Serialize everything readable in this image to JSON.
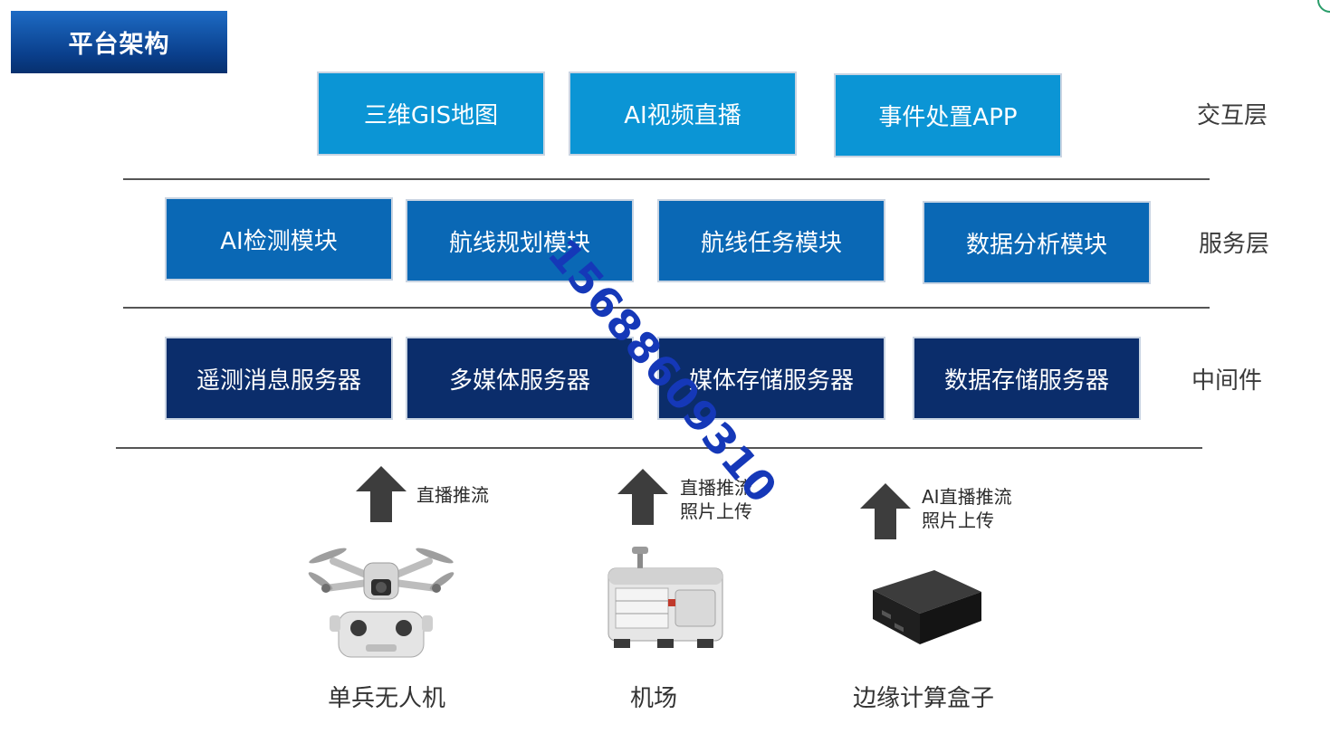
{
  "title": "平台架构",
  "layers": [
    {
      "label": "交互层",
      "modules": [
        "三维GIS地图",
        "AI视频直播",
        "事件处置APP"
      ]
    },
    {
      "label": "服务层",
      "modules": [
        "AI检测模块",
        "航线规划模块",
        "航线任务模块",
        "数据分析模块"
      ]
    },
    {
      "label": "中间件",
      "modules": [
        "遥测消息服务器",
        "多媒体服务器",
        "媒体存储服务器",
        "数据存储服务器"
      ]
    }
  ],
  "arrows": [
    {
      "lines": [
        "直播推流"
      ]
    },
    {
      "lines": [
        "直播推流",
        "照片上传"
      ]
    },
    {
      "lines": [
        "AI直播推流",
        "照片上传"
      ]
    }
  ],
  "devices": [
    {
      "label": "单兵无人机",
      "icon": "drone-with-controller-icon"
    },
    {
      "label": "机场",
      "icon": "dock-station-icon"
    },
    {
      "label": "边缘计算盒子",
      "icon": "edge-computing-box-icon"
    }
  ],
  "watermark": "15688609310",
  "colors": {
    "title_bg": "#0a3f8c",
    "interaction_layer": "#0b95d5",
    "service_layer": "#0a68b5",
    "middleware_layer": "#0b2d6b",
    "watermark": "#1538b8"
  }
}
